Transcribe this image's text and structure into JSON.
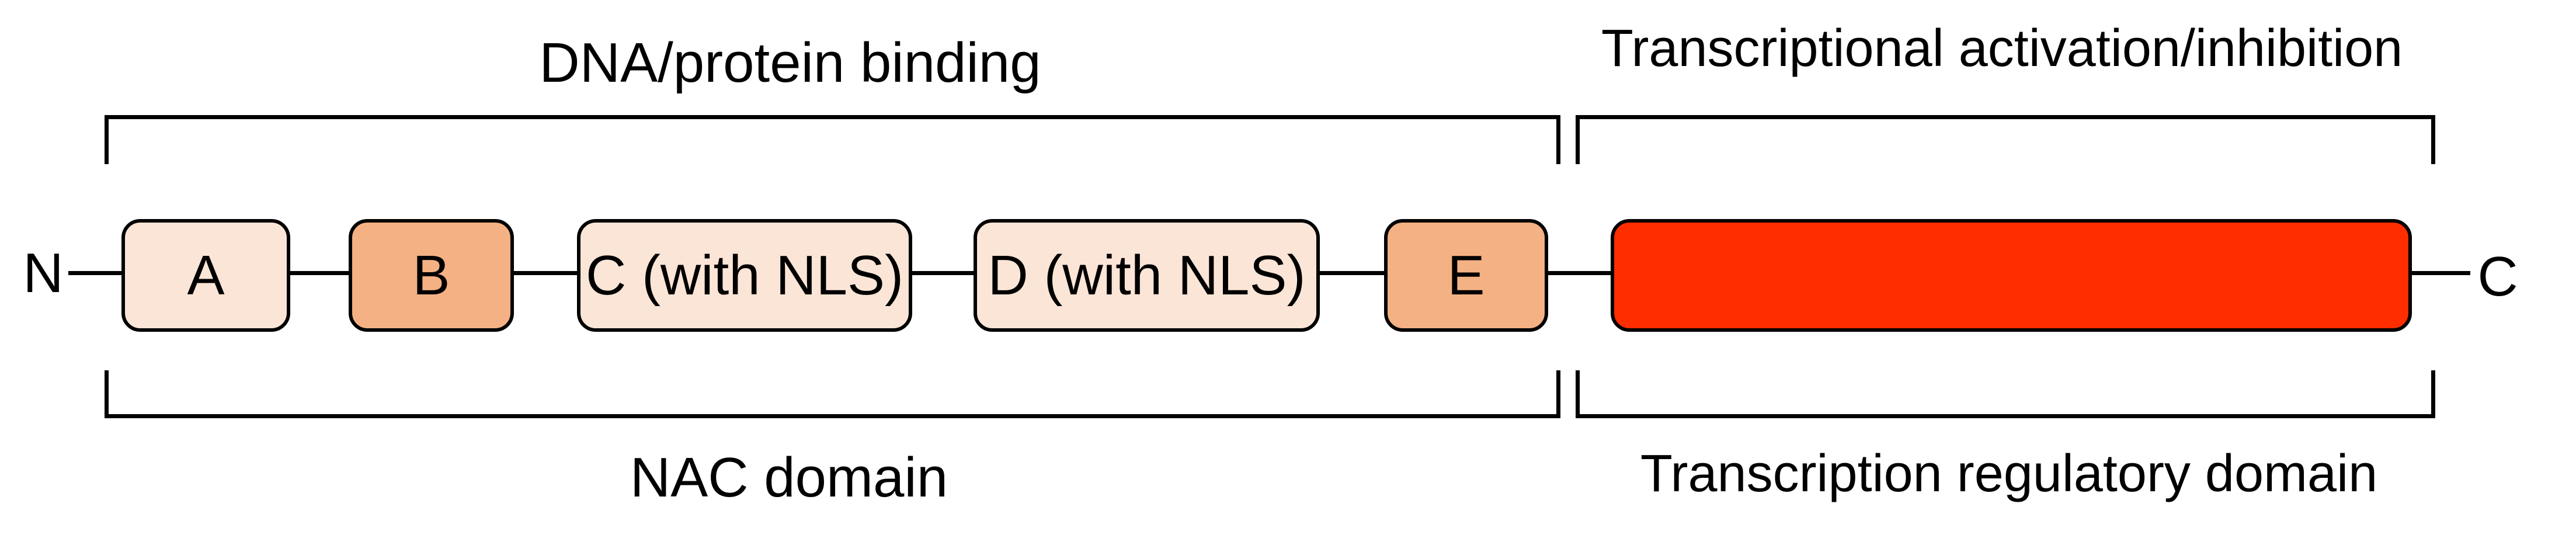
{
  "figure": {
    "n_terminus": "N",
    "c_terminus": "C",
    "top_annotations": [
      {
        "label": "DNA/protein binding"
      },
      {
        "label": "Transcriptional activation/inhibition"
      }
    ],
    "bottom_annotations": [
      {
        "label": "NAC domain"
      },
      {
        "label": "Transcription regulatory domain"
      }
    ],
    "domains": [
      {
        "label": "A",
        "fill": "#FBE5D6"
      },
      {
        "label": "B",
        "fill": "#F4B183"
      },
      {
        "label": "C (with NLS)",
        "fill": "#FBE5D6"
      },
      {
        "label": "D (with NLS)",
        "fill": "#FBE5D6"
      },
      {
        "label": "E",
        "fill": "#F4B183"
      },
      {
        "label": "",
        "fill": "#FF2D00"
      }
    ],
    "colors": {
      "subdomain_light": "#FBE5D6",
      "subdomain_medium": "#F4B183",
      "regulatory_red": "#FF2D00",
      "stroke": "#000000",
      "background": "#FFFFFF"
    }
  }
}
